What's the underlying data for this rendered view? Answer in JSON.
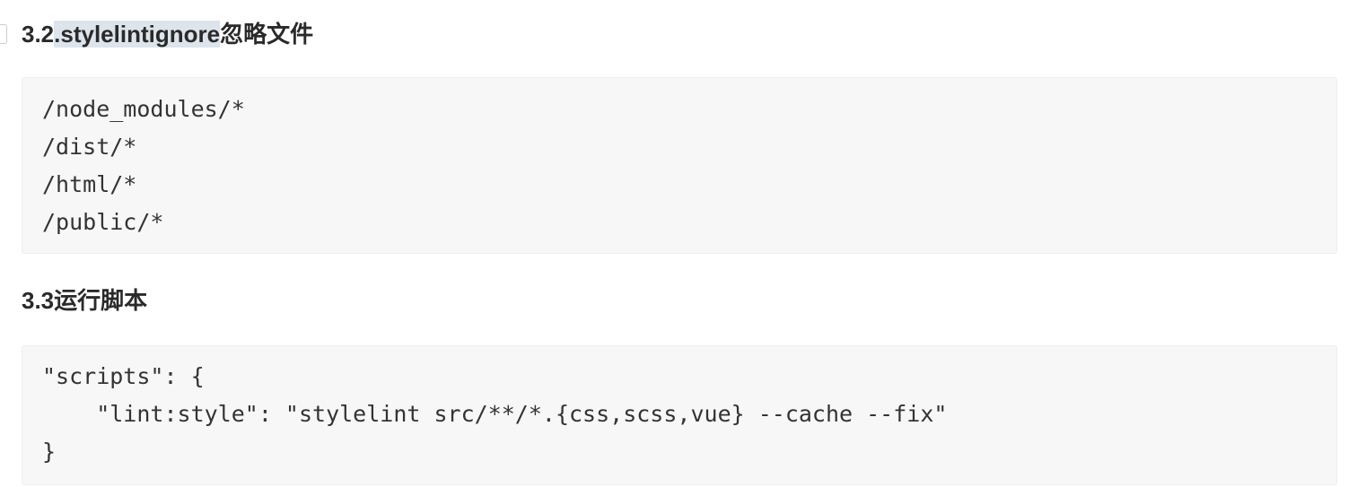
{
  "section1": {
    "number": "3.2",
    "highlighted": ".stylelintignore",
    "suffix": "忽略文件",
    "code": [
      "/node_modules/*",
      "/dist/*",
      "/html/*",
      "/public/*"
    ]
  },
  "section2": {
    "title": "3.3运行脚本",
    "code": [
      "\"scripts\": {",
      "    \"lint:style\": \"stylelint src/**/*.{css,scss,vue} --cache --fix\"",
      "}"
    ]
  }
}
